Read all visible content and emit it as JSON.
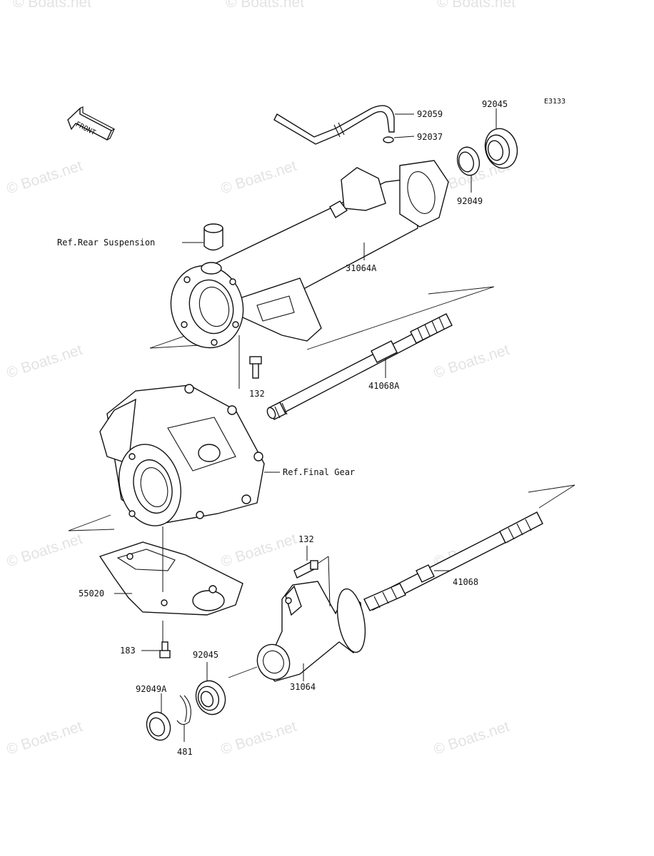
{
  "diagram": {
    "code": "E3133",
    "front_label": "FRONT",
    "watermark": "© Boats.net",
    "parts": {
      "hose": "92059",
      "clamp": "92037",
      "bearing_upper": "92045",
      "seal_upper": "92049",
      "ref_rear_suspension": "Ref.Rear Suspension",
      "housing_upper": "31064A",
      "bolt_upper": "132",
      "shaft_upper": "41068A",
      "ref_final_gear": "Ref.Final Gear",
      "bolt_lower": "132",
      "shaft_lower": "41068",
      "guard": "55020",
      "bolt_guard": "183",
      "bearing_lower": "92045",
      "seal_lower": "92049A",
      "circlip": "481",
      "housing_lower": "31064"
    }
  }
}
